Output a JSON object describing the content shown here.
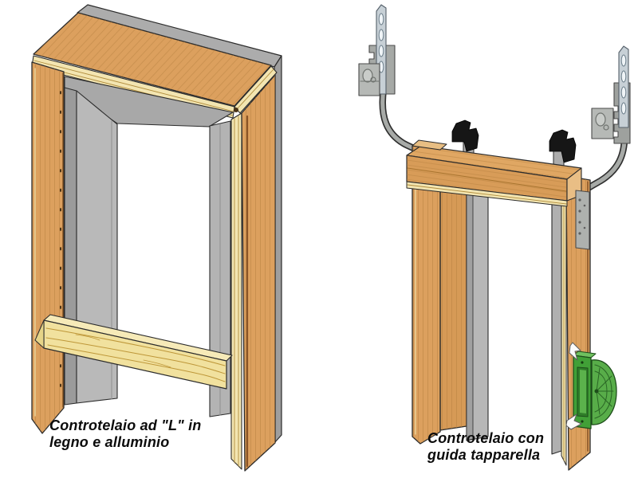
{
  "figure": {
    "kind": "technical-illustration",
    "background": "#ffffff"
  },
  "diagrams": {
    "left": {
      "caption_line1": "Controtelaio ad \"L\" in",
      "caption_line2": "legno e alluminio"
    },
    "right": {
      "caption_line1": "Controtelaio con",
      "caption_line2": "guida tapparella"
    }
  },
  "colors": {
    "wood": "#DCA05E",
    "wood_dark_grain": "#B5803F",
    "wood_trim_cream": "#F3E5B1",
    "plank_light": "#F1E19E",
    "aluminium_light": "#B9B9B9",
    "aluminium_mid": "#ACACAC",
    "aluminium_dark": "#9B9B9B",
    "steel_bracket": "#A7AAA7",
    "steel_strap": "#C7D0D6",
    "guide_cap_black": "#161616",
    "winder_green": "#41A037",
    "winder_green_light": "#58AD49",
    "winder_green_dark": "#1D4D1A",
    "outline": "#2B2B2B",
    "caption_text": "#0B0B0B"
  }
}
